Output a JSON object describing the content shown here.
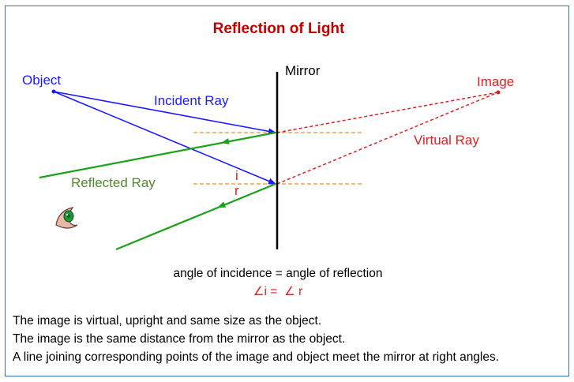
{
  "title": "Reflection of Light",
  "labels": {
    "object": "Object",
    "mirror": "Mirror",
    "image": "Image",
    "incident_ray": "Incident Ray",
    "reflected_ray": "Reflected Ray",
    "virtual_ray": "Virtual Ray",
    "angle_i": "i",
    "angle_r": "r"
  },
  "law": {
    "statement": "angle of incidence = angle of reflection",
    "formula": "∠i =  ∠ r"
  },
  "notes": [
    "The image is virtual, upright and same size as the object.",
    "The image is the same distance from the mirror as the object.",
    "A line joining corresponding points of the image and object meet the mirror at right angles."
  ],
  "colors": {
    "title": "#c00000",
    "incident": "#1a1aff",
    "reflected": "#1aa31a",
    "reflected_label": "#4e8a2e",
    "virtual": "#e02020",
    "normal": "#f5a050"
  }
}
